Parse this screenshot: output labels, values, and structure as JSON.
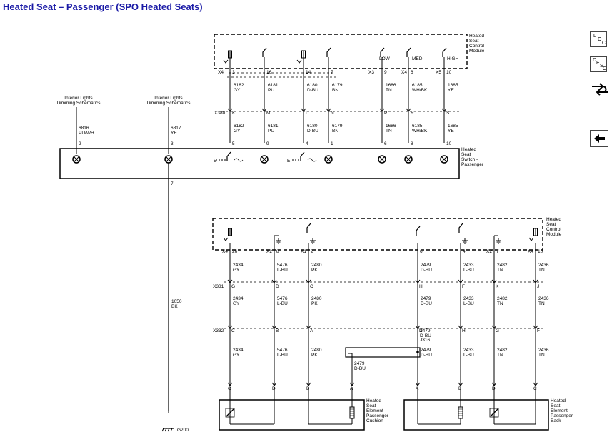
{
  "title": "Heated Seat – Passenger (SPO Heated Seats)",
  "nav": {
    "loc": [
      "L",
      "O",
      "C"
    ],
    "desc": [
      "D",
      "E",
      "S",
      "C"
    ]
  },
  "top": {
    "module_label": [
      "Heated",
      "Seat",
      "Control",
      "Module"
    ],
    "switch_label": [
      "Heated",
      "Seat",
      "Switch -",
      "Passenger"
    ],
    "conn_x4": "X4",
    "conn_x3": "X3",
    "conn_x5": "X5",
    "conn_x380": "X380",
    "low": "LOW",
    "med": "MED",
    "high": "HIGH",
    "dimming1": [
      "Interior Lights",
      "Dimming Schematics"
    ],
    "dimming2": [
      "Interior Lights",
      "Dimming Schematics"
    ],
    "dim1_wire": [
      "6816",
      "PU/WH"
    ],
    "dim1_pin": "2",
    "dim2_wire": [
      "6817",
      "YE"
    ],
    "dim2_pin": "3",
    "ground_pin": "7",
    "ground_wire": [
      "1050",
      "BK"
    ],
    "ground_ref": "G200",
    "columns": [
      {
        "mod_pin": "3",
        "w1": [
          "6182",
          "GY"
        ],
        "x380": "K",
        "w2": [
          "6182",
          "GY"
        ],
        "sw_pin": "5"
      },
      {
        "mod_pin": "16",
        "w1": [
          "6181",
          "PU"
        ],
        "x380": "M",
        "w2": [
          "6181",
          "PU"
        ],
        "sw_pin": "9"
      },
      {
        "mod_pin": "14",
        "w1": [
          "6180",
          "D-BU"
        ],
        "x380": "L",
        "w2": [
          "6180",
          "D-BU"
        ],
        "sw_pin": "4"
      },
      {
        "mod_pin": "7",
        "w1": [
          "6179",
          "BN"
        ],
        "x380": "N",
        "w2": [
          "6179",
          "BN"
        ],
        "sw_pin": "1"
      },
      {
        "mod_pin": "9",
        "w1": [
          "1686",
          "TN"
        ],
        "x380": "P",
        "w2": [
          "1686",
          "TN"
        ],
        "sw_pin": "6"
      },
      {
        "mod_pin": "6",
        "w1": [
          "6185",
          "WH/BK"
        ],
        "x380": "R",
        "w2": [
          "6185",
          "WH/BK"
        ],
        "sw_pin": "8"
      },
      {
        "mod_pin": "10",
        "w1": [
          "1685",
          "YE"
        ],
        "x380": "S",
        "w2": [
          "1685",
          "YE"
        ],
        "sw_pin": "10"
      }
    ]
  },
  "bottom": {
    "module_label": [
      "Heated",
      "Seat",
      "Control",
      "Module"
    ],
    "cushion_label": [
      "Heated",
      "Seat",
      "Element -",
      "Passenger",
      "Cushion"
    ],
    "back_label": [
      "Heated",
      "Seat",
      "Element -",
      "Passenger",
      "Back"
    ],
    "conn_x331": "X331",
    "conn_x332": "X332",
    "splice": "J316",
    "splice_wire_left": [
      "2479",
      "D-BU"
    ],
    "columns": [
      {
        "conn": "X4",
        "pin": "26",
        "w1": [
          "2434",
          "GY"
        ],
        "x331": "G",
        "w2": [
          "2434",
          "GY"
        ],
        "x332": "C",
        "w3": [
          "2434",
          "GY"
        ],
        "elem": "C"
      },
      {
        "conn": "X2",
        "pin": "8",
        "w1": [
          "5476",
          "L-BU"
        ],
        "x331": "D",
        "w2": [
          "5476",
          "L-BU"
        ],
        "x332": "B",
        "w3": [
          "5476",
          "L-BU"
        ],
        "elem": "D"
      },
      {
        "conn": "X1",
        "pin": "2",
        "w1": [
          "2480",
          "PK"
        ],
        "x331": "C",
        "w2": [
          "2480",
          "PK"
        ],
        "x332": "A",
        "w3": [
          "2480",
          "PK"
        ],
        "elem": "B"
      },
      {
        "conn": "",
        "pin": "",
        "w1": [
          "",
          ""
        ],
        "x331": "",
        "w2": [
          "",
          ""
        ],
        "x332": "",
        "w3": [
          "2479",
          "D-BU"
        ],
        "elem": "A"
      },
      {
        "conn": "",
        "pin": "6",
        "w1": [
          "2479",
          "D-BU"
        ],
        "x331": "H",
        "w2": [
          "2479",
          "D-BU"
        ],
        "x332": "D",
        "w3": [
          "2479",
          "D-BU"
        ],
        "elem": "A"
      },
      {
        "conn": "",
        "pin": "4",
        "w1": [
          "2433",
          "L-BU"
        ],
        "x331": "F",
        "w2": [
          "2433",
          "L-BU"
        ],
        "x332": "H",
        "w3": [
          "2433",
          "L-BU"
        ],
        "elem": "B"
      },
      {
        "conn": "X2",
        "pin": "7",
        "w1": [
          "2482",
          "TN"
        ],
        "x331": "K",
        "w2": [
          "2482",
          "TN"
        ],
        "x332": "G",
        "w3": [
          "2482",
          "TN"
        ],
        "elem": "D"
      },
      {
        "conn": "X4",
        "pin": "10",
        "w1": [
          "2436",
          "TN"
        ],
        "x331": "J",
        "w2": [
          "2436",
          "TN"
        ],
        "x332": "F",
        "w3": [
          "2436",
          "TN"
        ],
        "elem": "C"
      }
    ],
    "splice_wire_right": [
      "2479",
      "D-BU"
    ]
  }
}
